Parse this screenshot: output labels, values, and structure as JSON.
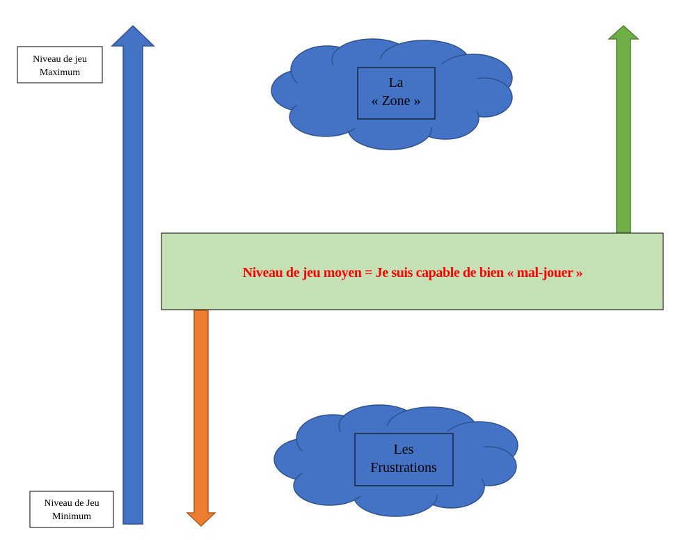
{
  "labels": {
    "max_line1": "Niveau de jeu",
    "max_line2": "Maximum",
    "min_line1": "Niveau de Jeu",
    "min_line2": "Minimum"
  },
  "clouds": {
    "zone_line1": "La",
    "zone_line2": "« Zone »",
    "frustrations_line1": "Les",
    "frustrations_line2": "Frustrations"
  },
  "center": {
    "text": "Niveau de jeu moyen = Je suis capable de bien « mal-jouer »"
  },
  "icons": {
    "up_arrow_left": "up-arrow",
    "up_arrow_right": "up-arrow",
    "down_arrow": "down-arrow",
    "clouds": "cloud"
  },
  "colors": {
    "blue_arrow": "#4472C4",
    "green_arrow": "#70AD47",
    "orange_arrow": "#ED7D31",
    "cloud_fill": "#4472C4",
    "cloud_stroke": "#2F528F",
    "center_fill": "#C5E0B4",
    "center_text": "#FF0000"
  }
}
